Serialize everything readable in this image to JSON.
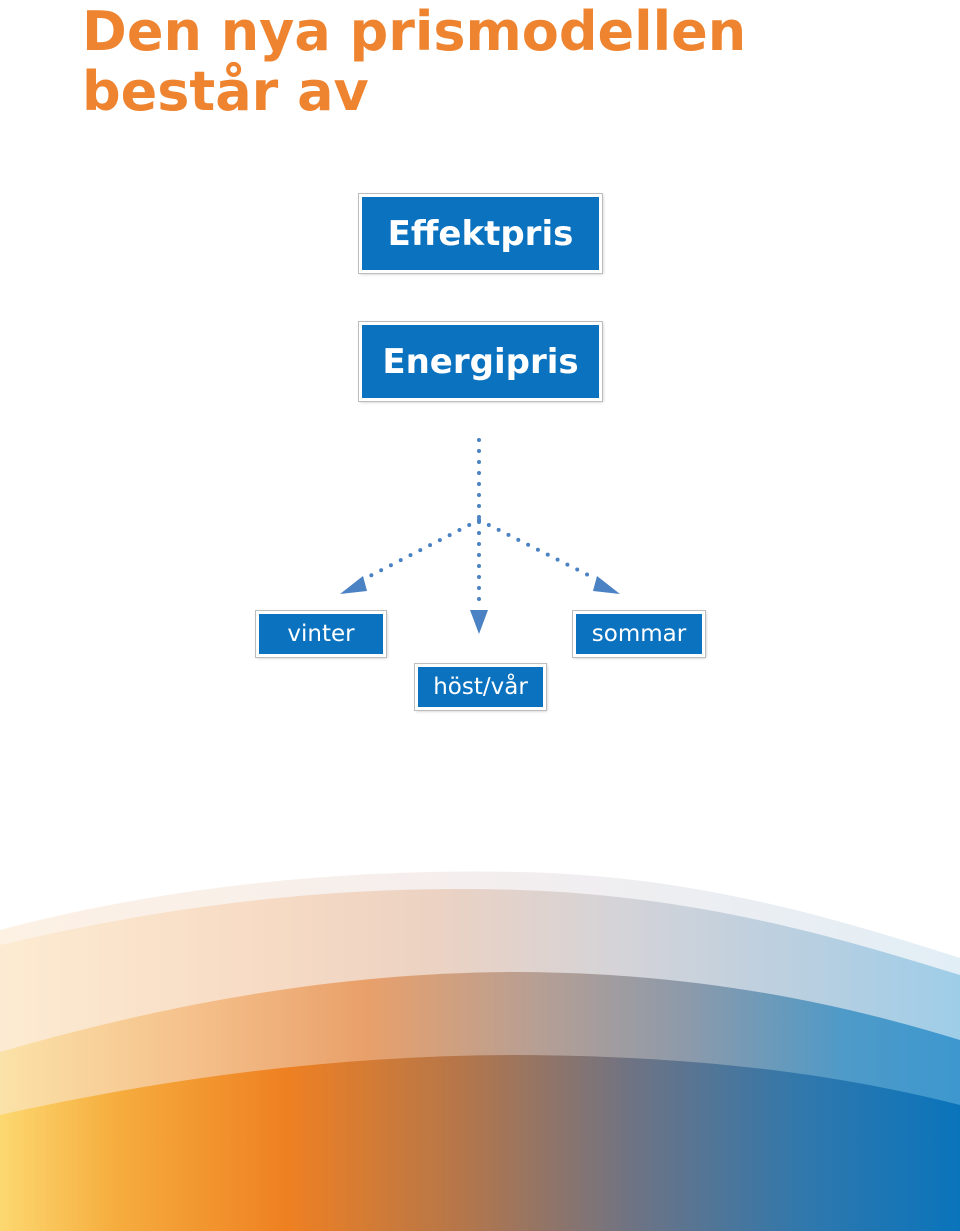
{
  "title": {
    "line1": "Den nya prismodellen",
    "line2": "består av"
  },
  "boxes": {
    "effektpris": "Effektpris",
    "energipris": "Energipris",
    "vinter": "vinter",
    "host_var": "höst/vår",
    "sommar": "sommar"
  },
  "colors": {
    "title_orange": "#ee8430",
    "box_blue": "#0a72bf",
    "arrow_blue": "#4a82c3",
    "wave_yellow": "#fcd76a",
    "wave_orange": "#ee8220",
    "wave_blue": "#0a74bb"
  }
}
